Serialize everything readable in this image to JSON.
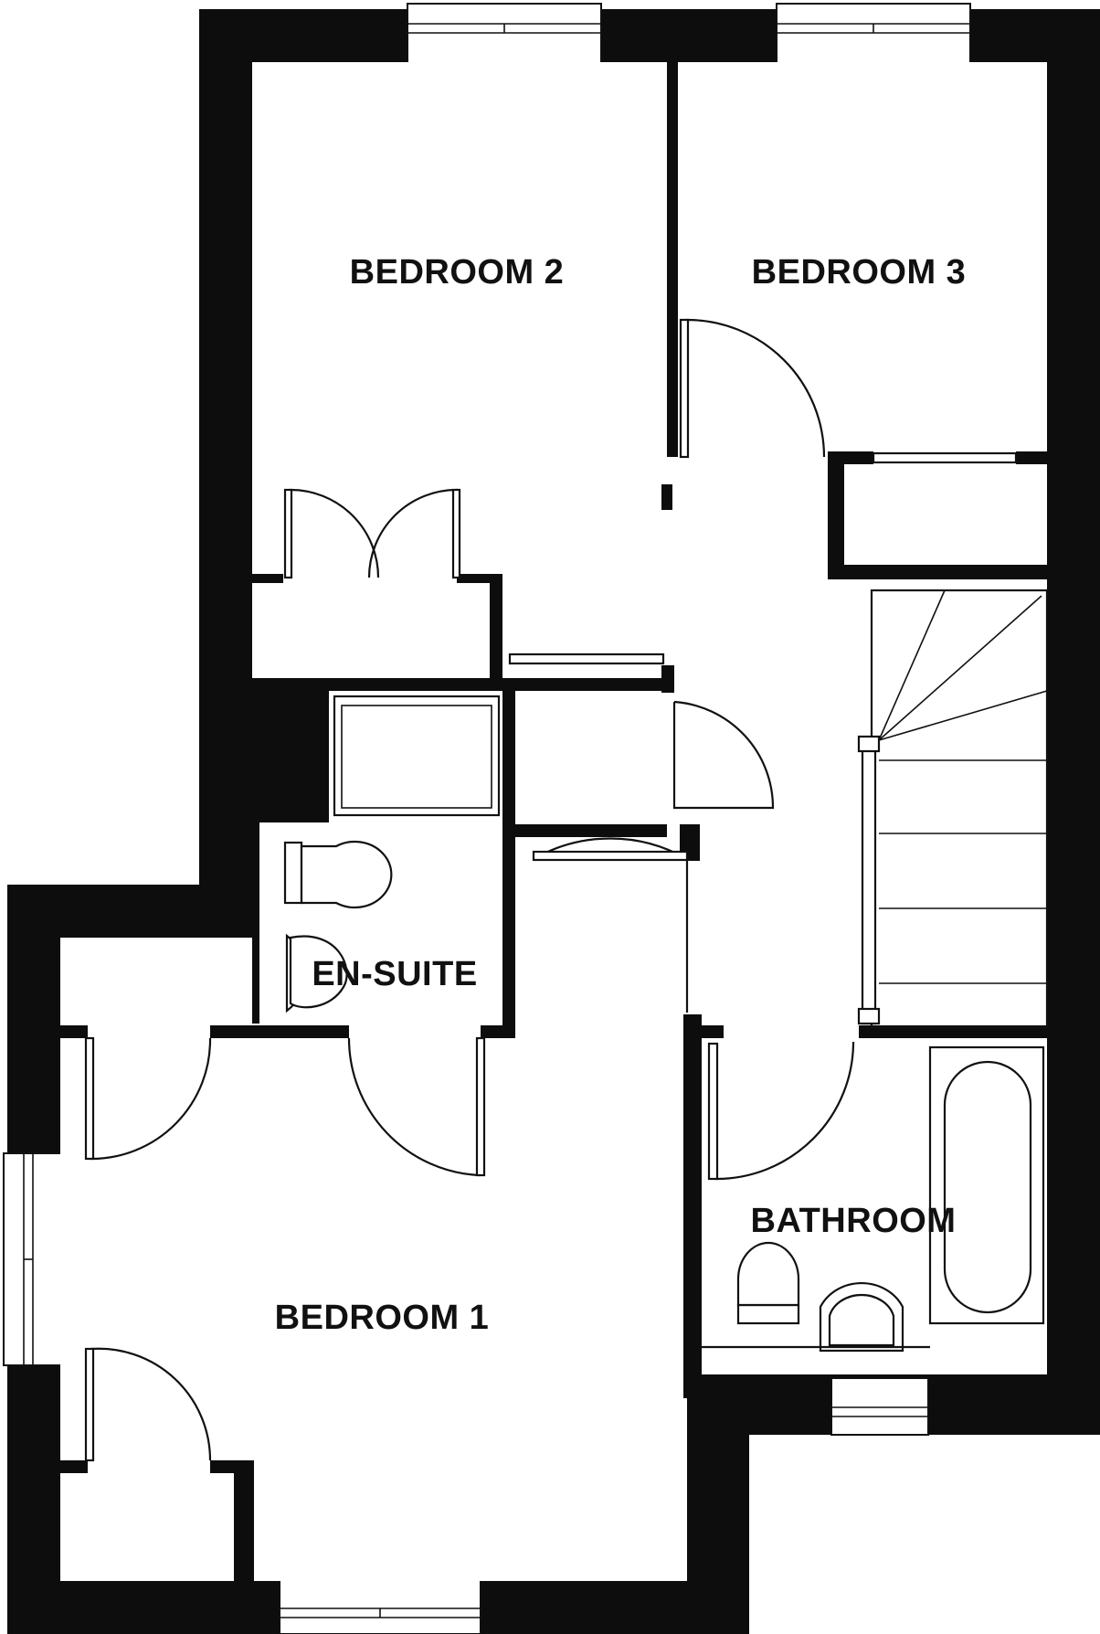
{
  "rooms": {
    "bedroom2": "BEDROOM 2",
    "bedroom3": "BEDROOM 3",
    "ensuite": "EN-SUITE",
    "bathroom": "BATHROOM",
    "bedroom1": "BEDROOM 1"
  },
  "colors": {
    "wall": "#0d0d0d",
    "background": "#ffffff"
  }
}
